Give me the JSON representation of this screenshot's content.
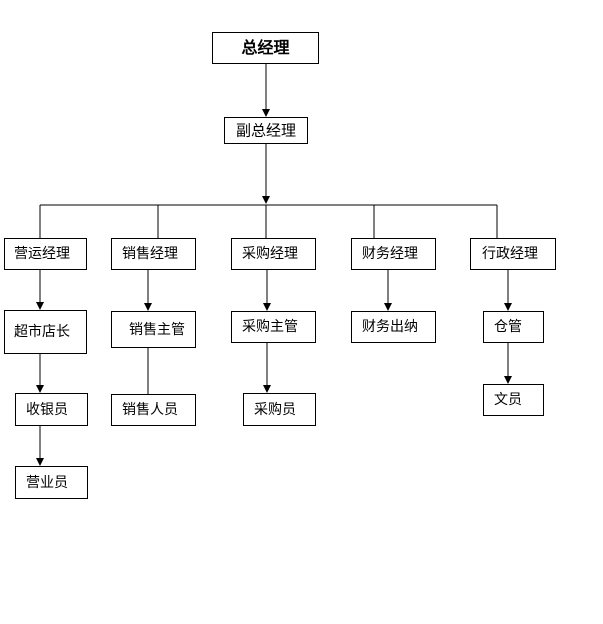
{
  "org": {
    "ceo": "总经理",
    "vice": "副总经理",
    "managers": [
      "营运经理",
      "销售经理",
      "采购经理",
      "财务经理",
      "行政经理"
    ],
    "operations": [
      "超市店长",
      "收银员",
      "营业员"
    ],
    "sales": [
      "销售主管",
      "销售人员"
    ],
    "purchasing": [
      "采购主管",
      "采购员"
    ],
    "finance": [
      "财务出纳"
    ],
    "admin": [
      "仓管",
      "文员"
    ]
  }
}
